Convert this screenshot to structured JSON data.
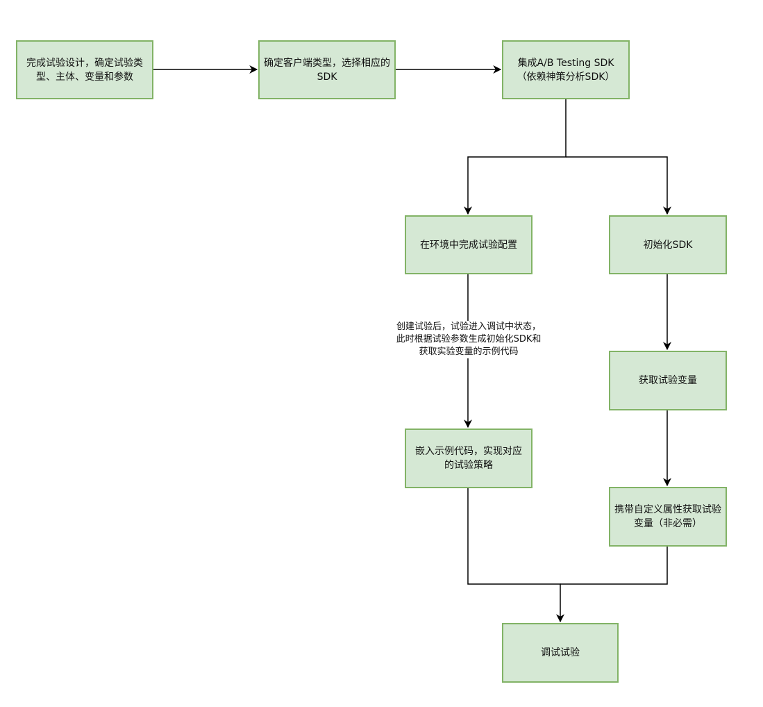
{
  "colors": {
    "node_fill": "#d5e8d4",
    "node_stroke": "#82b366",
    "edge": "#000000",
    "background": "#ffffff"
  },
  "nodes": [
    {
      "id": "design",
      "label": "完成试验设计，确定试验类型、主体、变量和参数"
    },
    {
      "id": "choose-sdk",
      "label": "确定客户端类型，选择相应的SDK"
    },
    {
      "id": "integrate-sdk",
      "label": "集成A/B Testing SDK（依赖神策分析SDK）"
    },
    {
      "id": "configure",
      "label": "在环境中完成试验配置"
    },
    {
      "id": "init-sdk",
      "label": "初始化SDK"
    },
    {
      "id": "embed-code",
      "label": "嵌入示例代码，实现对应的试验策略"
    },
    {
      "id": "get-variables",
      "label": "获取试验变量"
    },
    {
      "id": "custom-attrs",
      "label": "携带自定义属性获取试验变量（非必需）"
    },
    {
      "id": "debug",
      "label": "调试试验"
    }
  ],
  "edges": [
    {
      "from": "design",
      "to": "choose-sdk"
    },
    {
      "from": "choose-sdk",
      "to": "integrate-sdk"
    },
    {
      "from": "integrate-sdk",
      "to": "configure"
    },
    {
      "from": "integrate-sdk",
      "to": "init-sdk"
    },
    {
      "from": "configure",
      "to": "embed-code",
      "label": "创建试验后，试验进入调试中状态，\n此时根据试验参数生成初始化SDK和\n获取实验变量的示例代码"
    },
    {
      "from": "init-sdk",
      "to": "get-variables"
    },
    {
      "from": "get-variables",
      "to": "custom-attrs"
    },
    {
      "from": "embed-code",
      "to": "debug"
    },
    {
      "from": "custom-attrs",
      "to": "debug"
    }
  ]
}
